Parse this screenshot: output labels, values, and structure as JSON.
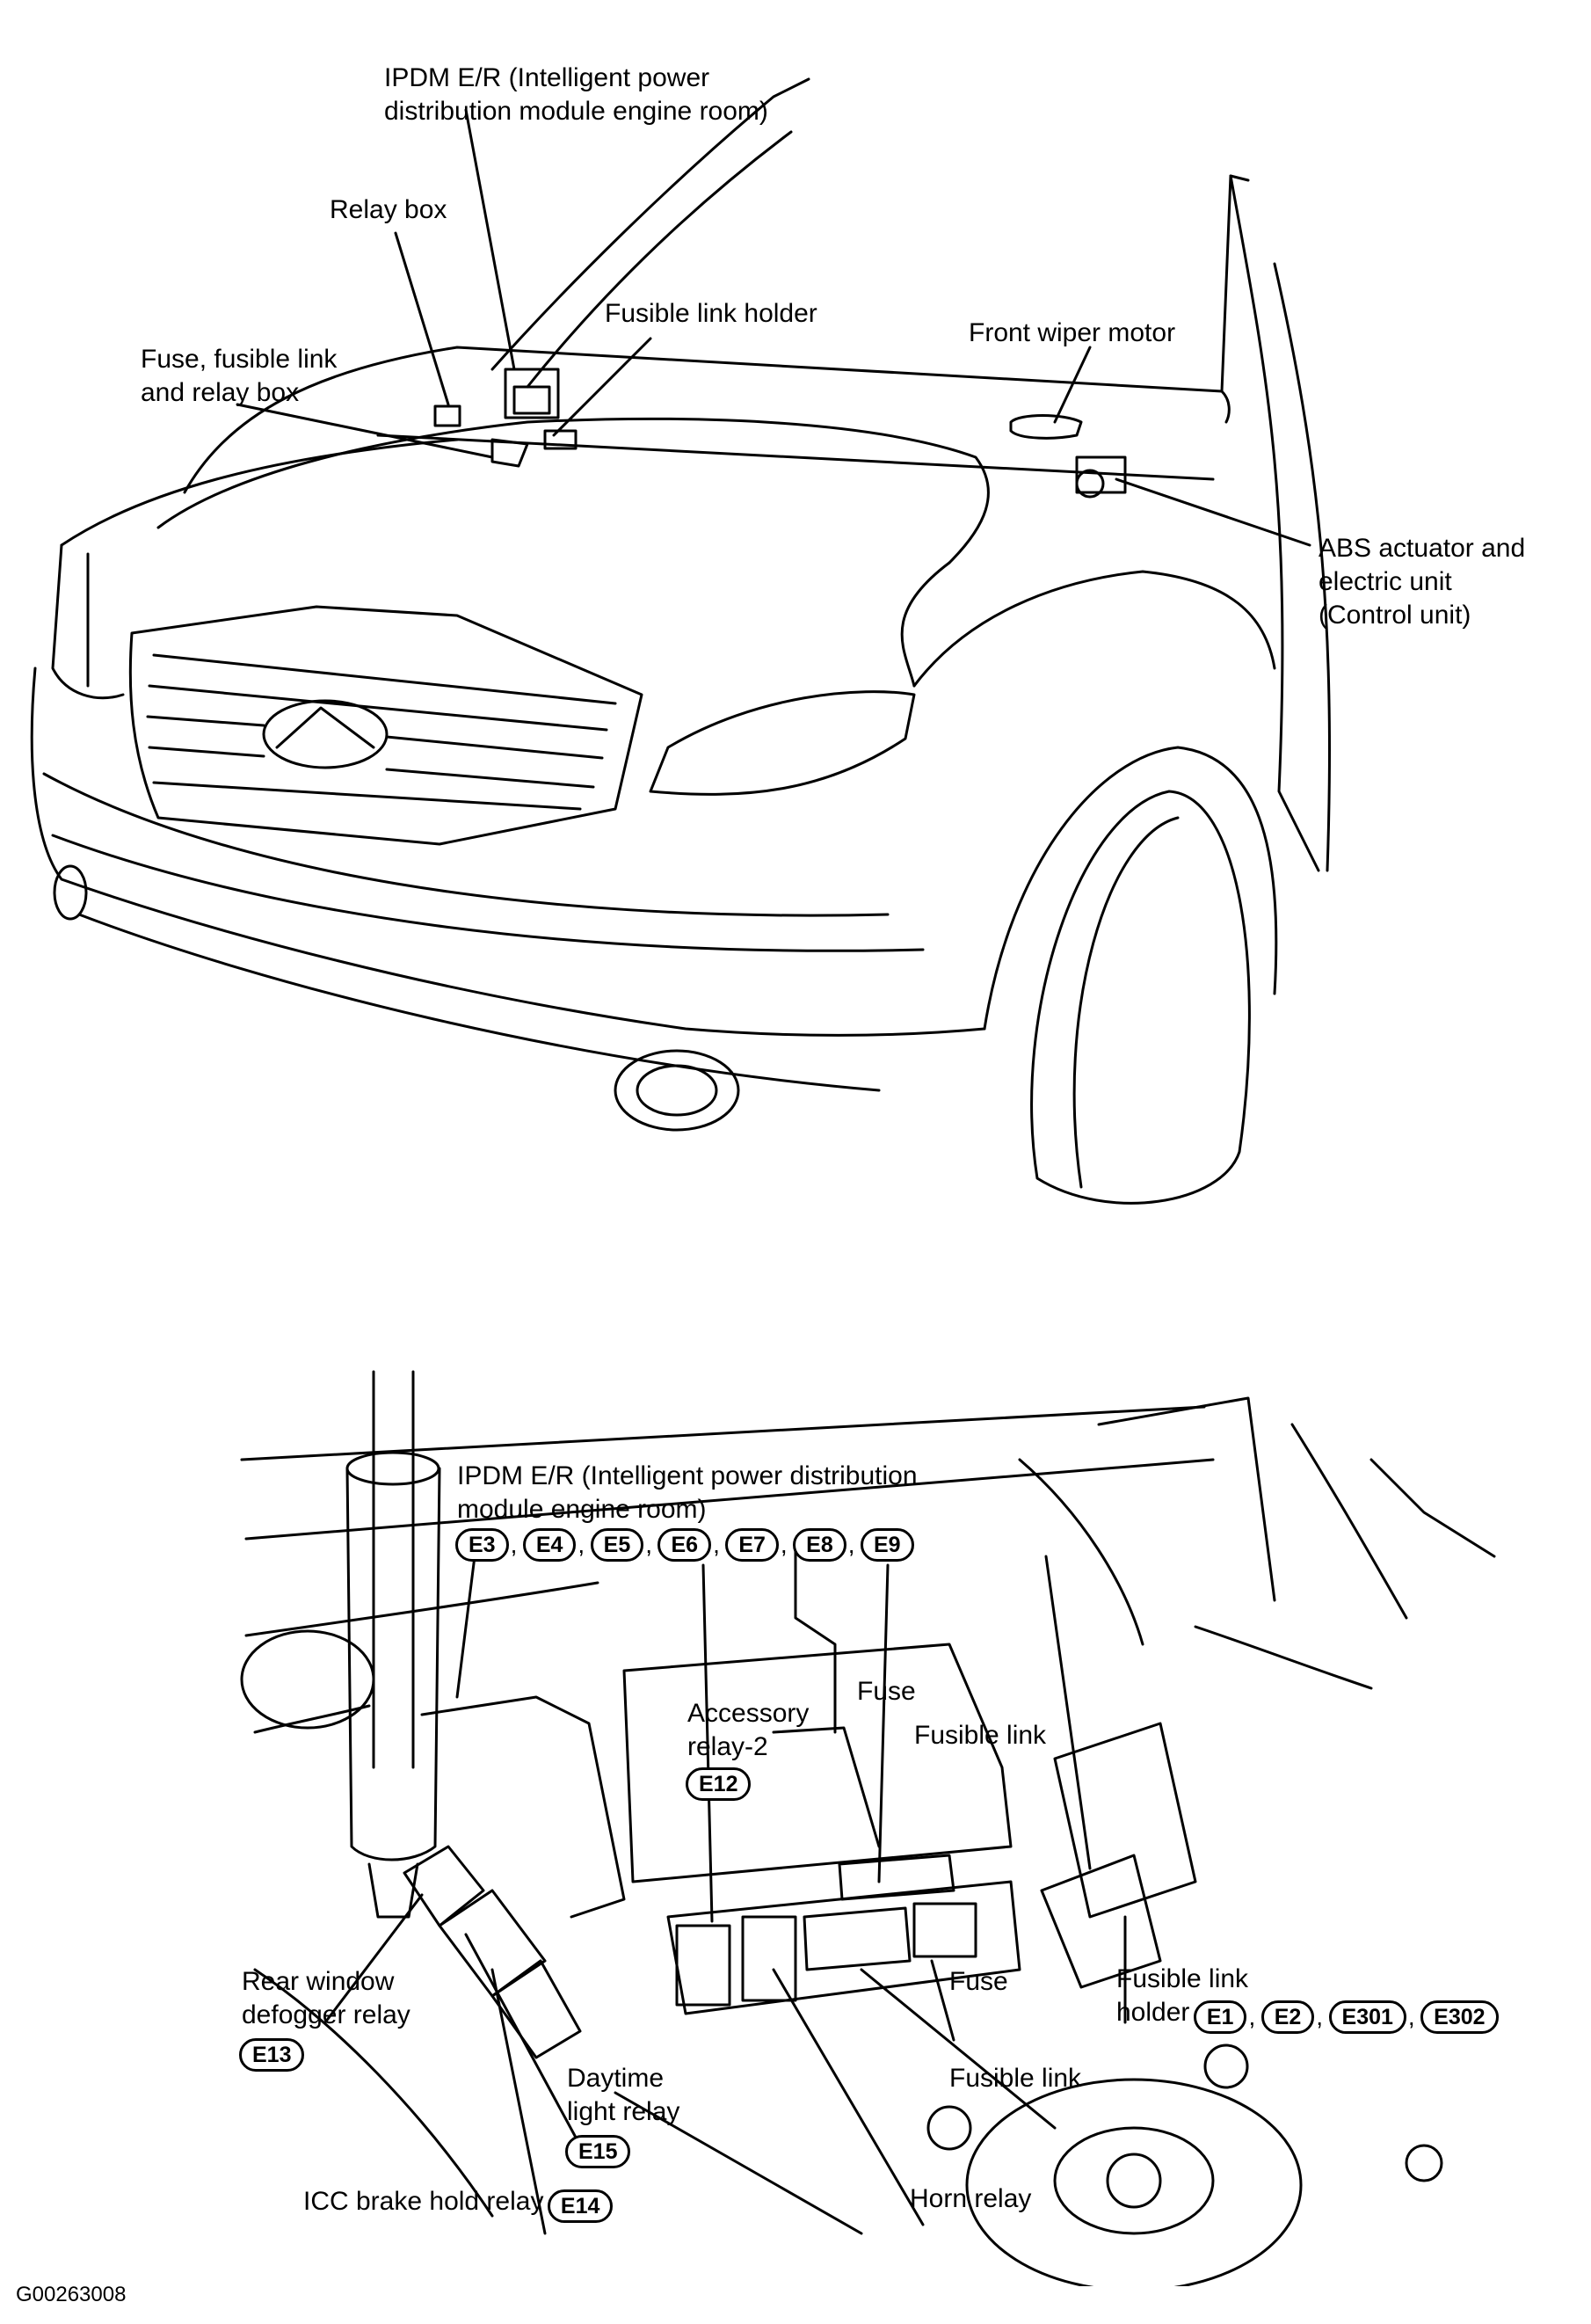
{
  "figure_code": "G00263008",
  "top_view": {
    "labels": {
      "ipdm_line1": "IPDM E/R (Intelligent power",
      "ipdm_line2": "distribution module engine room)",
      "relay_box": "Relay box",
      "fusible_link_holder": "Fusible link holder",
      "front_wiper_motor": "Front wiper motor",
      "fuse_box_line1": "Fuse, fusible link",
      "fuse_box_line2": "and relay box",
      "abs_line1": "ABS actuator  and",
      "abs_line2": "electric unit",
      "abs_line3": "(Control unit)"
    }
  },
  "bottom_view": {
    "labels": {
      "ipdm_line1": "IPDM E/R (Intelligent power distribution",
      "ipdm_line2": "module engine room)",
      "accessory_line1": "Accessory",
      "accessory_line2": "relay-2",
      "fuse_top": "Fuse",
      "fusible_link_top": "Fusible link",
      "rear_window_line1": "Rear window",
      "rear_window_line2": "defogger relay",
      "fuse_bottom": "Fuse",
      "fusible_holder_line1": "Fusible link",
      "fusible_holder_line2": "holder",
      "fusible_link_bottom": "Fusible link",
      "daytime_line1": "Daytime",
      "daytime_line2": "light relay",
      "icc_brake": "ICC brake hold relay",
      "horn_relay": "Horn relay"
    },
    "connectors": {
      "ipdm": [
        "E3",
        "E4",
        "E5",
        "E6",
        "E7",
        "E8",
        "E9"
      ],
      "accessory_relay": "E12",
      "rear_window_defogger": "E13",
      "daytime_light": "E15",
      "icc_brake_hold": "E14",
      "fusible_link_holder": [
        "E1",
        "E2",
        "E301",
        "E302"
      ]
    }
  }
}
